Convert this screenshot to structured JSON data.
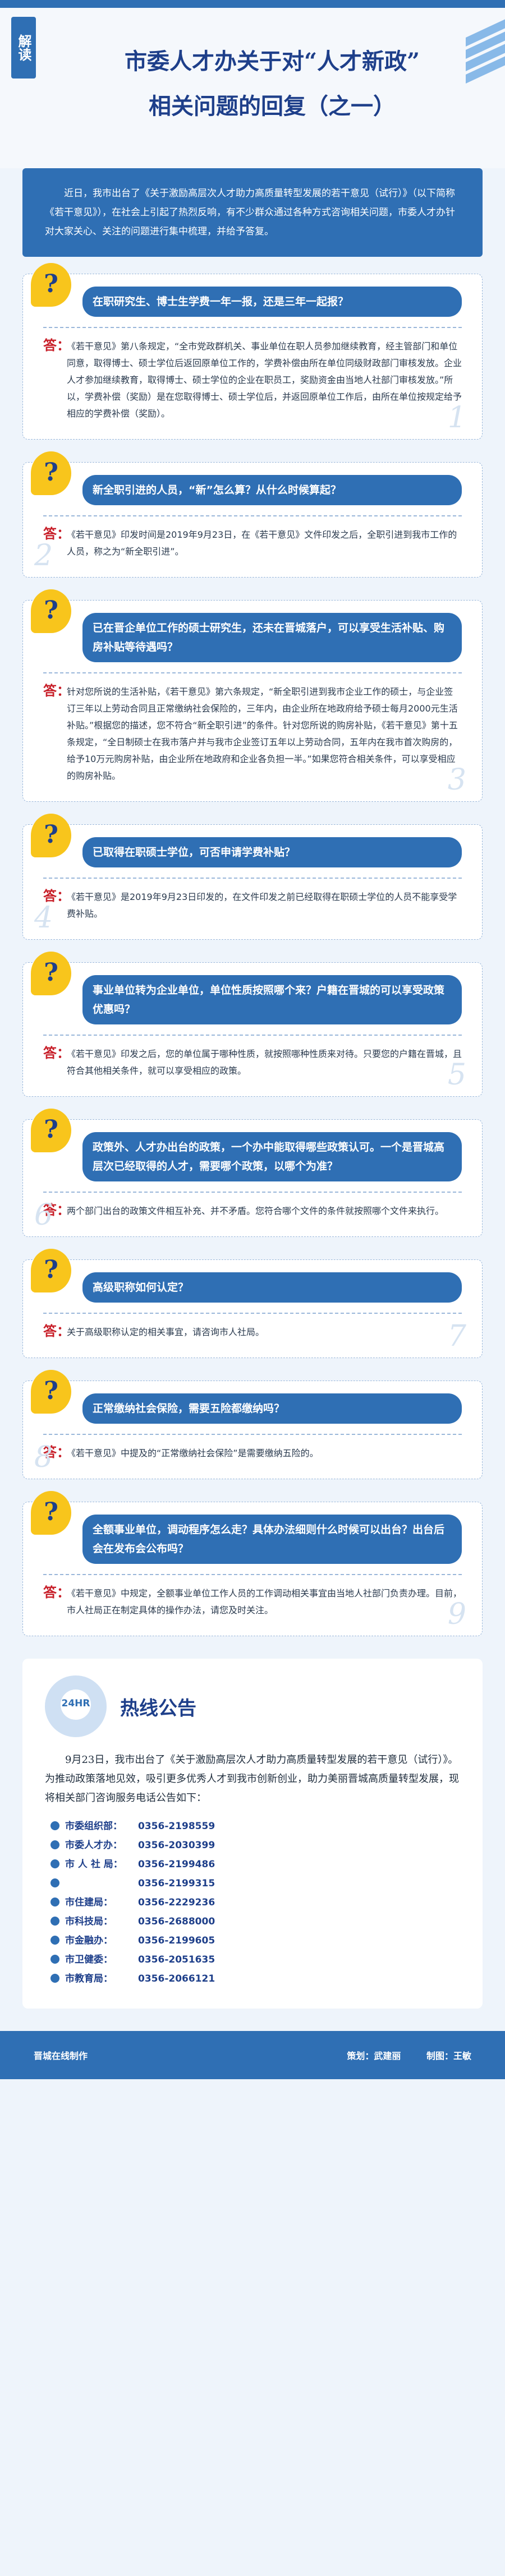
{
  "header": {
    "badge": "解读",
    "title_line1": "市委人才办关于对“人才新政”",
    "title_line2": "相关问题的回复（之一）"
  },
  "intro": "近日，我市出台了《关于激励高层次人才助力高质量转型发展的若干意见（试行）》（以下简称《若干意见》），在社会上引起了热烈反响，有不少群众通过各种方式咨询相关问题，市委人才办针对大家关心、关注的问题进行集中梳理，并给予答复。",
  "qa_marker": "?",
  "answer_marker": "答：",
  "qa": [
    {
      "num": "1",
      "question": "在职研究生、博士生学费一年一报，还是三年一起报？",
      "answer": "《若干意见》第八条规定，“全市党政群机关、事业单位在职人员参加继续教育，经主管部门和单位同意，取得博士、硕士学位后返回原单位工作的，学费补偿由所在单位同级财政部门审核发放。企业人才参加继续教育，取得博士、硕士学位的企业在职员工，奖励资金由当地人社部门审核发放。”所以，学费补偿（奖励）是在您取得博士、硕士学位后，并返回原单位工作后，由所在单位按规定给予相应的学费补偿（奖励）。"
    },
    {
      "num": "2",
      "question": "新全职引进的人员，“新”怎么算？从什么时候算起？",
      "answer": "《若干意见》印发时间是2019年9月23日，在《若干意见》文件印发之后，全职引进到我市工作的人员，称之为“新全职引进”。"
    },
    {
      "num": "3",
      "question": "已在晋企单位工作的硕士研究生，还未在晋城落户，可以享受生活补贴、购房补贴等待遇吗？",
      "answer": "针对您所说的生活补贴，《若干意见》第六条规定，“新全职引进到我市企业工作的硕士，与企业签订三年以上劳动合同且正常缴纳社会保险的，三年内，由企业所在地政府给予硕士每月2000元生活补贴。”根据您的描述，您不符合“新全职引进”的条件。针对您所说的购房补贴，《若干意见》第十五条规定，“全日制硕士在我市落户并与我市企业签订五年以上劳动合同，五年内在我市首次购房的，给予10万元购房补贴，由企业所在地政府和企业各负担一半。”如果您符合相关条件，可以享受相应的购房补贴。"
    },
    {
      "num": "4",
      "question": "已取得在职硕士学位，可否申请学费补贴？",
      "answer": "《若干意见》是2019年9月23日印发的，在文件印发之前已经取得在职硕士学位的人员不能享受学费补贴。"
    },
    {
      "num": "5",
      "question": "事业单位转为企业单位，单位性质按照哪个来？户籍在晋城的可以享受政策优惠吗？",
      "answer": "《若干意见》印发之后，您的单位属于哪种性质，就按照哪种性质来对待。只要您的户籍在晋城，且符合其他相关条件，就可以享受相应的政策。"
    },
    {
      "num": "6",
      "question": "政策外、人才办出台的政策，一个办中能取得哪些政策认可。一个是晋城高层次已经取得的人才，需要哪个政策，以哪个为准？",
      "answer": "两个部门出台的政策文件相互补充、并不矛盾。您符合哪个文件的条件就按照哪个文件来执行。"
    },
    {
      "num": "7",
      "question": "高级职称如何认定？",
      "answer": "关于高级职称认定的相关事宜，请咨询市人社局。"
    },
    {
      "num": "8",
      "question": "正常缴纳社会保险，需要五险都缴纳吗？",
      "answer": "《若干意见》中提及的“正常缴纳社会保险”是需要缴纳五险的。"
    },
    {
      "num": "9",
      "question": "全额事业单位，调动程序怎么走？具体办法细则什么时候可以出台？出台后会在发布会公布吗？",
      "answer": "《若干意见》中规定，全额事业单位工作人员的工作调动相关事宜由当地人社部门负责办理。目前，市人社局正在制定具体的操作办法，请您及时关注。"
    }
  ],
  "hotline": {
    "stamp": "24HR",
    "title": "热线公告",
    "text": "9月23日，我市出台了《关于激励高层次人才助力高质量转型发展的若干意见（试行）》。为推动政策落地见效，吸引更多优秀人才到我市创新创业，助力美丽晋城高质量转型发展，现将相关部门咨询服务电话公告如下：",
    "phones": [
      {
        "label": "市委组织部：",
        "number": "0356-2198559"
      },
      {
        "label": "市委人才办：",
        "number": "0356-2030399"
      },
      {
        "label": "市 人 社 局：",
        "number": "0356-2199486"
      },
      {
        "label": "",
        "number": "0356-2199315"
      },
      {
        "label": "市住建局：",
        "number": "0356-2229236"
      },
      {
        "label": "市科技局：",
        "number": "0356-2688000"
      },
      {
        "label": "市金融办：",
        "number": "0356-2199605"
      },
      {
        "label": "市卫健委：",
        "number": "0356-2051635"
      },
      {
        "label": "市教育局：",
        "number": "0356-2066121"
      }
    ]
  },
  "footer": {
    "brand": "晋城在线制作",
    "planner": "策划：武建丽",
    "producer": "制图：王敏"
  }
}
